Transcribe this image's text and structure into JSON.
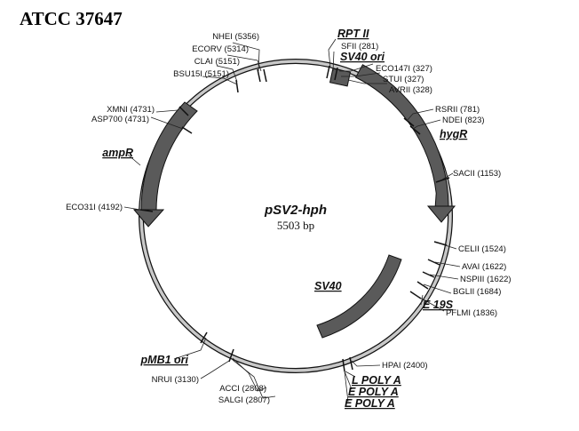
{
  "title": "ATCC 37647",
  "plasmid": {
    "name": "pSV2-hph",
    "size": "5503 bp"
  },
  "restriction_sites": [
    {
      "key": "nhei",
      "label": "NHEI (5356)"
    },
    {
      "key": "ecorv",
      "label": "ECORV (5314)"
    },
    {
      "key": "clai",
      "label": "CLAI (5151)"
    },
    {
      "key": "bsu15i",
      "label": "BSU15I (5151)"
    },
    {
      "key": "sfii",
      "label": "SFII (281)"
    },
    {
      "key": "eco147i",
      "label": "ECO147I (327)"
    },
    {
      "key": "stui",
      "label": "STUI (327)"
    },
    {
      "key": "avrii",
      "label": "AVRII (328)"
    },
    {
      "key": "rsrii",
      "label": "RSRII (781)"
    },
    {
      "key": "ndei",
      "label": "NDEI (823)"
    },
    {
      "key": "sacii",
      "label": "SACII (1153)"
    },
    {
      "key": "celii",
      "label": "CELII (1524)"
    },
    {
      "key": "avai",
      "label": "AVAI (1622)"
    },
    {
      "key": "nspiii",
      "label": "NSPIII (1622)"
    },
    {
      "key": "bglii",
      "label": "BGLII (1684)"
    },
    {
      "key": "pflmi",
      "label": "PFLMI (1836)"
    },
    {
      "key": "hpai",
      "label": "HPAI (2400)"
    },
    {
      "key": "acci",
      "label": "ACCI (2808)"
    },
    {
      "key": "salgi",
      "label": "SALGI (2807)"
    },
    {
      "key": "nrui",
      "label": "NRUI (3130)"
    },
    {
      "key": "eco31i",
      "label": "ECO31I (4192)"
    },
    {
      "key": "xmni",
      "label": "XMNI (4731)"
    },
    {
      "key": "asp700",
      "label": "ASP700 (4731)"
    }
  ],
  "features": [
    {
      "key": "rpt_ii",
      "label": "RPT II"
    },
    {
      "key": "sv40_ori",
      "label": "SV40 ori"
    },
    {
      "key": "hygr",
      "label": "hygR"
    },
    {
      "key": "e_19s",
      "label": "E 19S"
    },
    {
      "key": "sv40",
      "label": "SV40"
    },
    {
      "key": "l_poly_a",
      "label": "L POLY A"
    },
    {
      "key": "e_poly_a_1",
      "label": "E POLY A"
    },
    {
      "key": "e_poly_a_2",
      "label": "E POLY A"
    },
    {
      "key": "pmb1_ori",
      "label": "pMB1 ori"
    },
    {
      "key": "ampr",
      "label": "ampR"
    }
  ],
  "colors": {
    "backbone": "#c8c8c8",
    "feature_fill": "#5a5a5a",
    "line": "#111111"
  }
}
